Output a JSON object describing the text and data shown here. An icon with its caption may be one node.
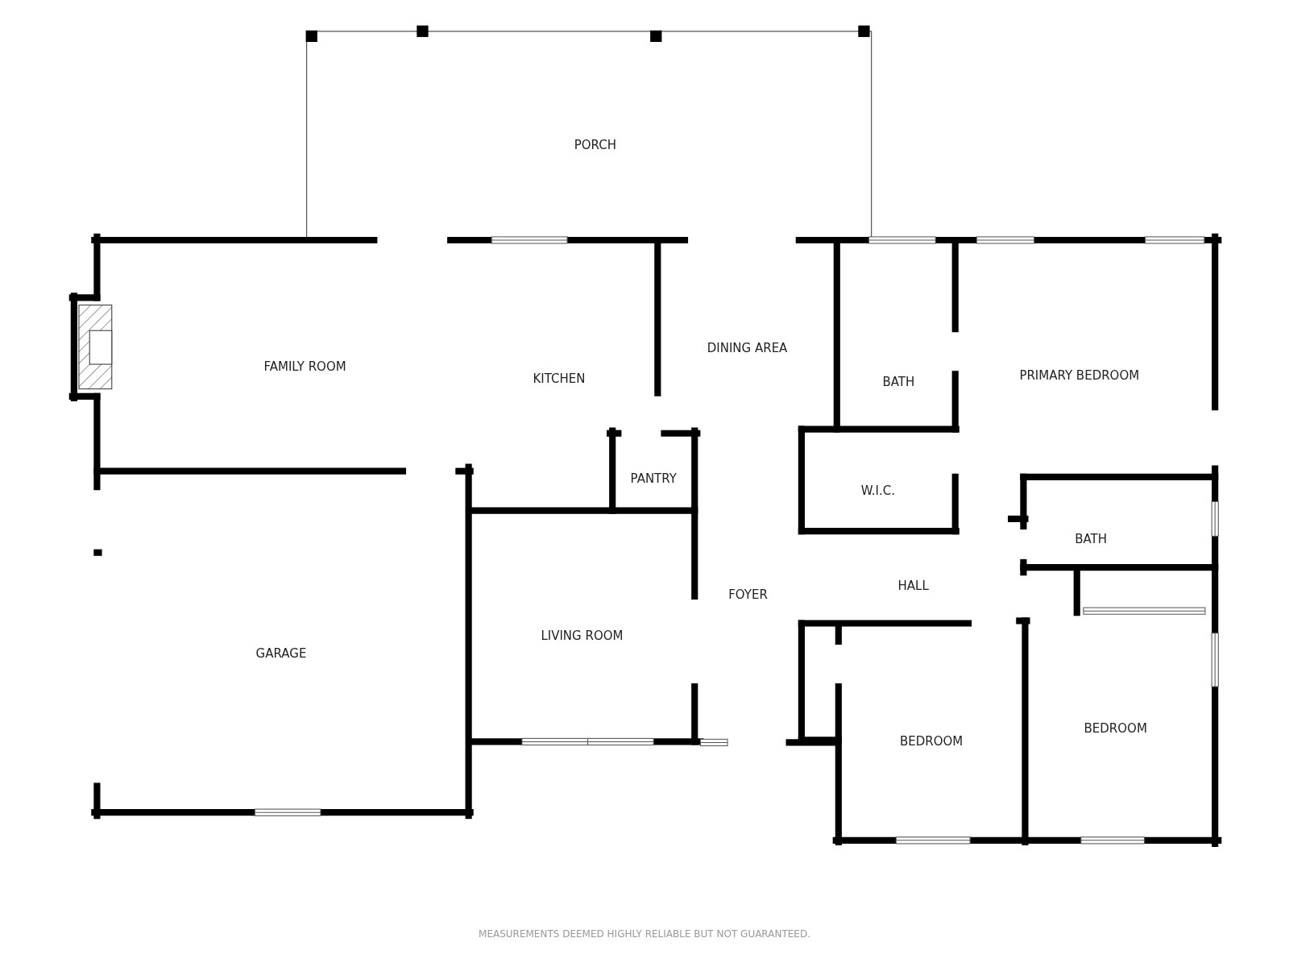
{
  "diagram": {
    "labels": [
      "PORCH",
      "FAMILY ROOM",
      "KITCHEN",
      "DINING AREA",
      "BATH",
      "PRIMARY BEDROOM",
      "PANTRY",
      "W.I.C.",
      "BATH",
      "GARAGE",
      "LIVING ROOM",
      "FOYER",
      "HALL",
      "BEDROOM",
      "BEDROOM",
      "MEASUREMENTS DEEMED HIGHLY RELIABLE BUT NOT GUARANTEED."
    ]
  }
}
